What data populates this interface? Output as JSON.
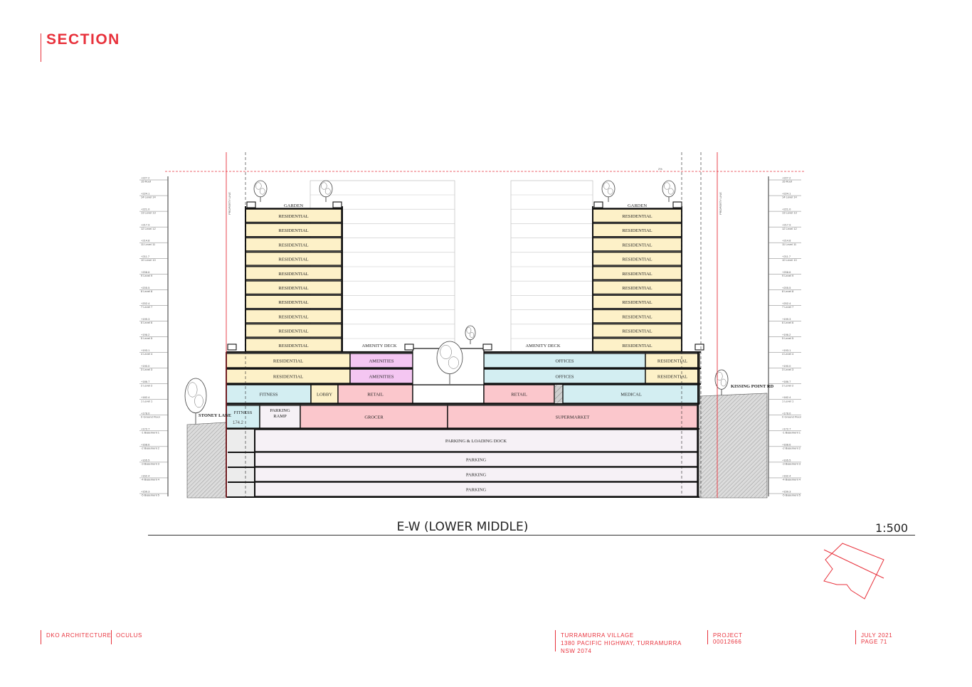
{
  "header": {
    "title": "SECTION"
  },
  "section": {
    "title": "E-W (LOWER MIDDLE)",
    "scale": "1:500"
  },
  "footer": {
    "firm": "DKO ARCHITECTURE",
    "partner": "OCULUS",
    "project_name": "TURRAMURRA VILLAGE",
    "address": "1380 PACIFIC HIGHWAY, TURRAMURRA NSW 2074",
    "project_label": "PROJECT",
    "project_number": "00012666",
    "date": "JULY 2021",
    "page": "PAGE 71"
  },
  "colors": {
    "accent": "#e8323c",
    "residential": "#fdf1c8",
    "amenities": "#f4c6f2",
    "offices": "#d3eef2",
    "retail": "#fbc7cc",
    "parking": "#f6f1f6"
  },
  "annotations": {
    "street_left": "STONEY LANE",
    "street_right": "KISSING POINT RD",
    "property_line": "PROPERTY LINE",
    "rl_note": "174.2",
    "slope": "2%"
  },
  "rooms": {
    "garden": "GARDEN",
    "residential": "RESIDENTIAL",
    "amenity_deck": "AMENITY DECK",
    "amenities": "AMENITIES",
    "offices": "OFFICES",
    "fitness": "FITNESS",
    "lobby": "LOBBY",
    "retail": "RETAIL",
    "medical": "MEDICAL",
    "parking_ramp": "PARKING RAMP",
    "grocer": "GROCER",
    "supermarket": "SUPERMARKET",
    "parking_loading": "PARKING & LOADING DOCK",
    "parking": "PARKING"
  },
  "levels": [
    {
      "rl": "+227.2",
      "name": "15 Roof"
    },
    {
      "rl": "+224.1",
      "name": "14 Level 14"
    },
    {
      "rl": "+221.0",
      "name": "13 Level 13"
    },
    {
      "rl": "+217.9",
      "name": "12 Level 12"
    },
    {
      "rl": "+214.8",
      "name": "11 Level 11"
    },
    {
      "rl": "+211.7",
      "name": "10 Level 10"
    },
    {
      "rl": "+208.6",
      "name": "9 Level 9"
    },
    {
      "rl": "+205.5",
      "name": "8 Level 8"
    },
    {
      "rl": "+202.4",
      "name": "7 Level 7"
    },
    {
      "rl": "+199.3",
      "name": "6 Level 6"
    },
    {
      "rl": "+196.2",
      "name": "5 Level 5"
    },
    {
      "rl": "+193.1",
      "name": "4 Level 4"
    },
    {
      "rl": "+190.0",
      "name": "3 Level 3"
    },
    {
      "rl": "+186.7",
      "name": "2 Level 2"
    },
    {
      "rl": "+182.4",
      "name": "1 Level 1"
    },
    {
      "rl": "+178.0",
      "name": "0 Ground Floor"
    },
    {
      "rl": "+172.7",
      "name": "-1 Basement 1"
    },
    {
      "rl": "+168.6",
      "name": "-2 Basement 2"
    },
    {
      "rl": "+165.5",
      "name": "-3 Basement 3"
    },
    {
      "rl": "+162.4",
      "name": "-4 Basement 4"
    },
    {
      "rl": "+159.3",
      "name": "-5 Basement 5"
    }
  ]
}
